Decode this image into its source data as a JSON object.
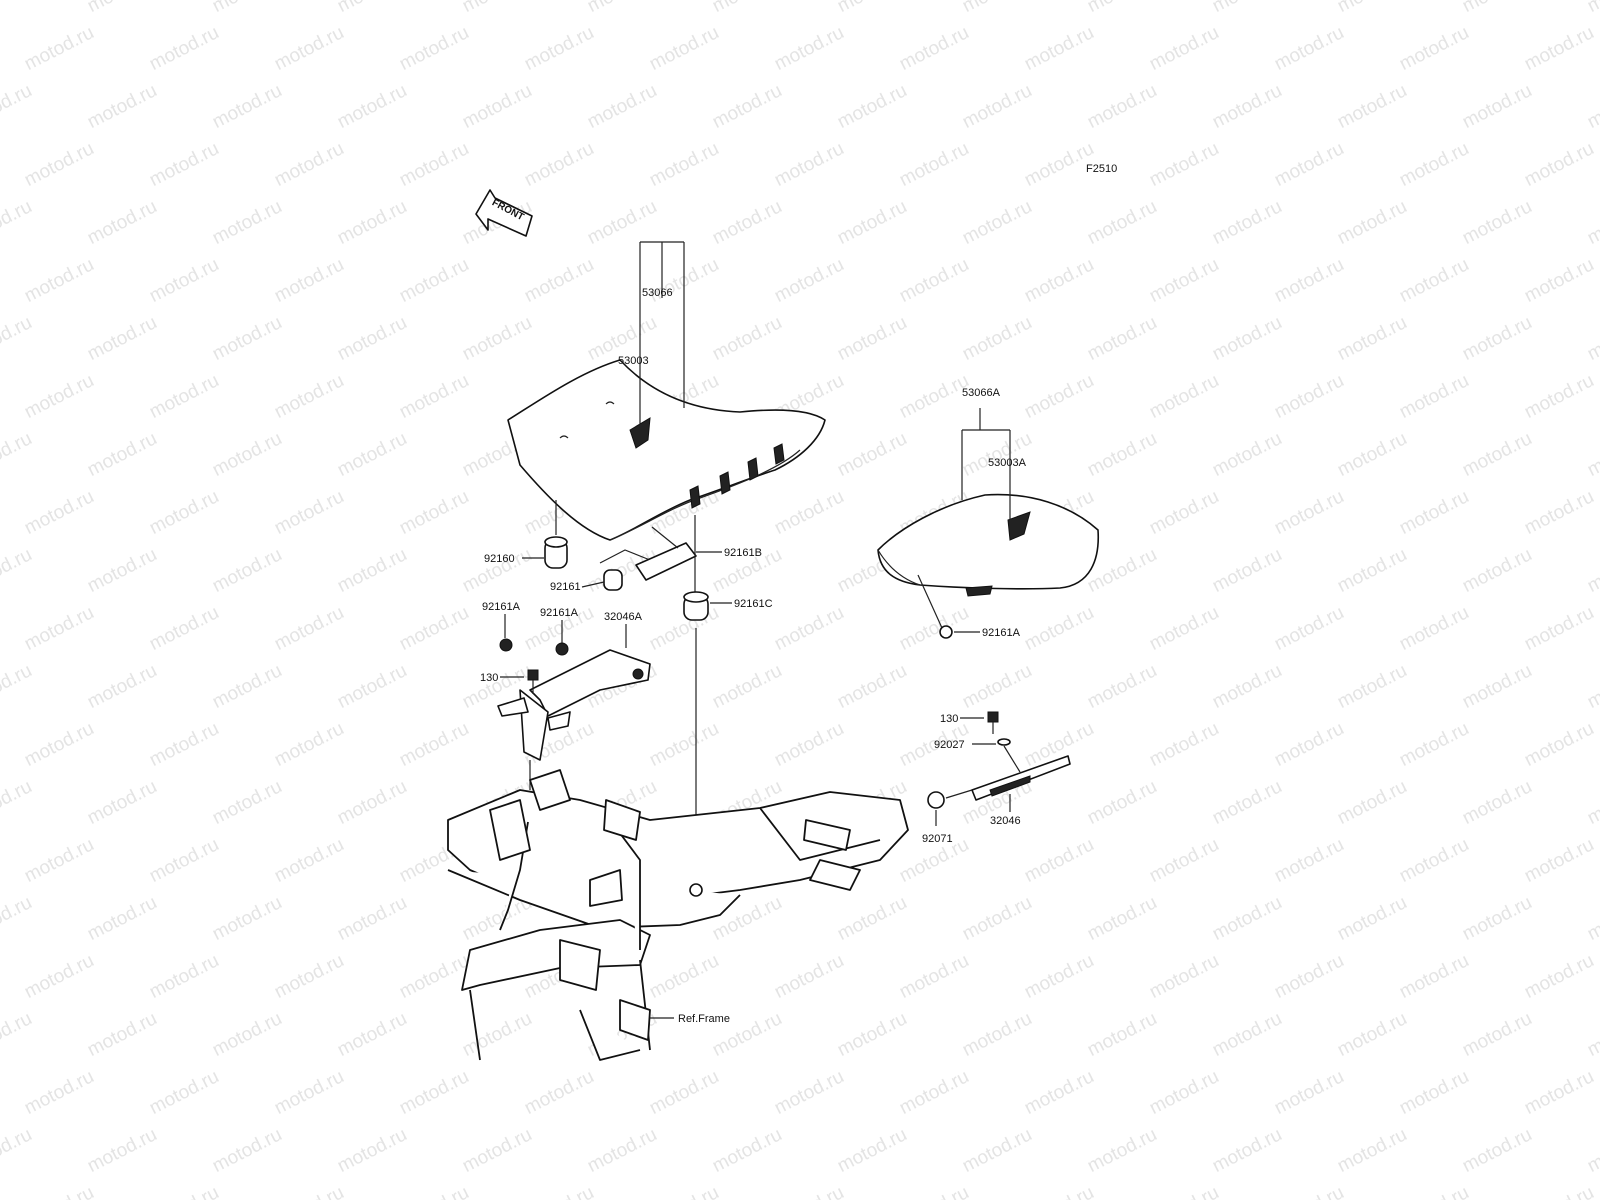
{
  "watermark": "motod.ru",
  "figure_code": "F2510",
  "front_label": "FRONT",
  "ref_label": "Ref.Frame",
  "callouts": {
    "c53066": "53066",
    "c53003": "53003",
    "c53066A": "53066A",
    "c53003A": "53003A",
    "c92160": "92160",
    "c92161": "92161",
    "c92161B": "92161B",
    "c92161C": "92161C",
    "c92161A_1": "92161A",
    "c92161A_2": "92161A",
    "c92161A_3": "92161A",
    "c32046A": "32046A",
    "c130_1": "130",
    "c130_2": "130",
    "c92027": "92027",
    "c92071": "92071",
    "c32046": "32046"
  }
}
